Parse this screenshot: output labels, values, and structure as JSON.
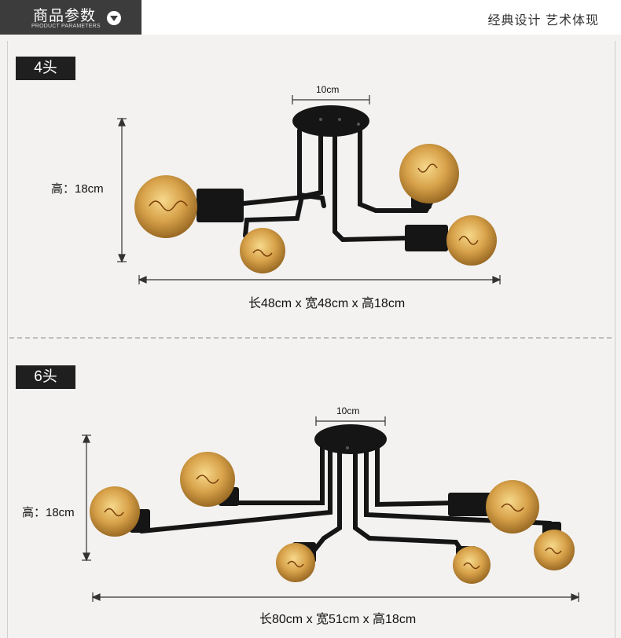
{
  "header": {
    "title": "商品参数",
    "subtitle": "PRODUCT PARAMETERS",
    "slogan": "经典设计 艺术体现"
  },
  "sections": [
    {
      "badge": "4头",
      "top_dim": "10cm",
      "height_label": "高：18cm",
      "bottom_dim": "长48cm x 宽48cm x 高18cm"
    },
    {
      "badge": "6头",
      "top_dim": "10cm",
      "height_label": "高：18cm",
      "bottom_dim": "长80cm x 宽51cm x 高18cm"
    }
  ],
  "colors": {
    "header_dark": "#3c3c3c",
    "badge": "#1f1f1f",
    "lamp_metal": "#151515",
    "bulb_amber": "#d8a24a",
    "dimension_line": "#333333"
  }
}
